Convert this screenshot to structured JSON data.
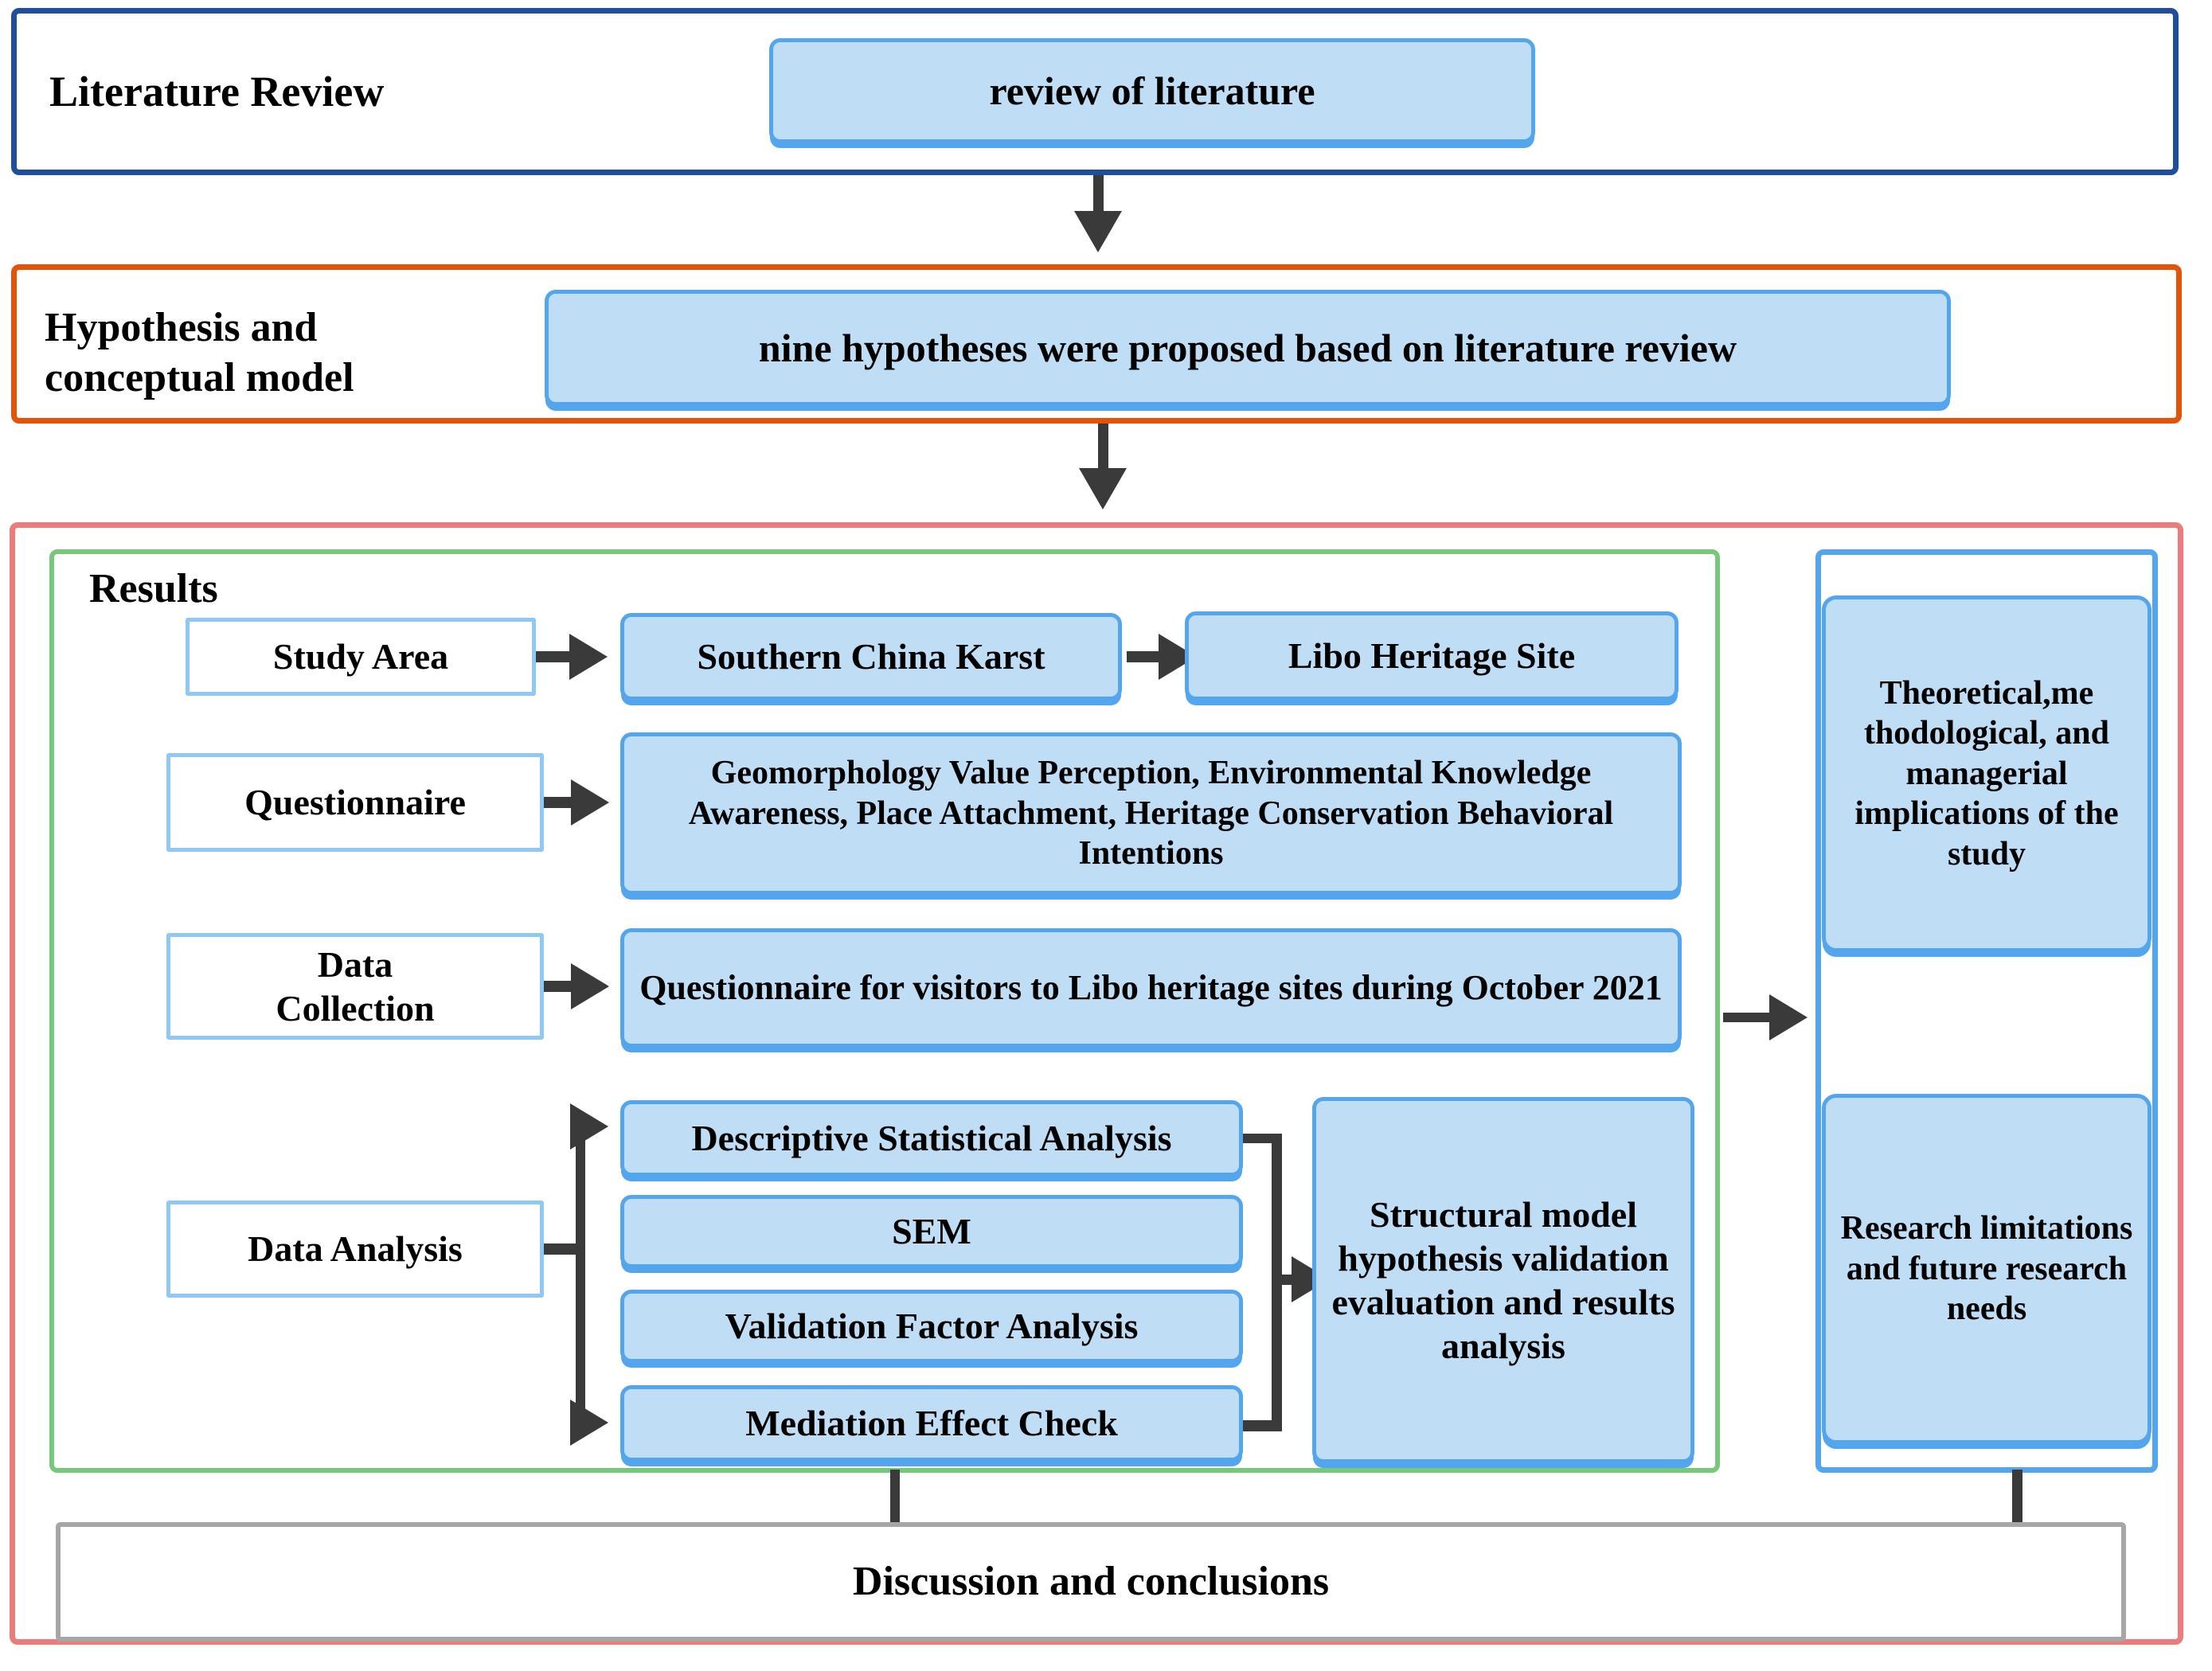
{
  "sections": {
    "literature": {
      "label": "Literature Review",
      "node": "review of literature",
      "border_color": "#1F4E9C"
    },
    "hypothesis": {
      "label": "Hypothesis and\nconceptual model",
      "label_line1": "Hypothesis and",
      "label_line2": "conceptual model",
      "node": "nine hypotheses were proposed based on literature review",
      "border_color": "#E1540A"
    },
    "results": {
      "label": "Results",
      "border_color": "#EC7C7C",
      "inner_border_color": "#78C87C",
      "rows": [
        {
          "key": "study-area",
          "label": "Study Area",
          "nodes": [
            "Southern China Karst",
            "Libo Heritage Site"
          ]
        },
        {
          "key": "questionnaire",
          "label": "Questionnaire",
          "nodes": [
            "Geomorphology Value Perception, Environmental Knowledge Awareness, Place Attachment, Heritage Conservation Behavioral Intentions"
          ]
        },
        {
          "key": "data-collection",
          "label": "Data Collection",
          "label_line1": "Data",
          "label_line2": "Collection",
          "nodes": [
            "Questionnaire for visitors to Libo heritage sites during October 2021"
          ]
        },
        {
          "key": "data-analysis",
          "label": "Data Analysis",
          "nodes": [
            "Descriptive Statistical Analysis",
            "SEM",
            "Validation Factor Analysis",
            "Mediation Effect Check"
          ],
          "aggregate": "Structural model hypothesis validation evaluation and results analysis"
        }
      ]
    },
    "implications": {
      "border_color": "#53A6EE",
      "nodes": [
        "Theoretical,me thodological, and managerial implications of the study",
        "Research limitations and future research needs"
      ]
    },
    "conclusion": {
      "label": "Discussion and conclusions",
      "border_color": "#A6A6A6"
    }
  },
  "colors": {
    "node_fill": "#BFDEF6",
    "node_border": "#53A6EE",
    "connector": "#3A3A3A"
  }
}
